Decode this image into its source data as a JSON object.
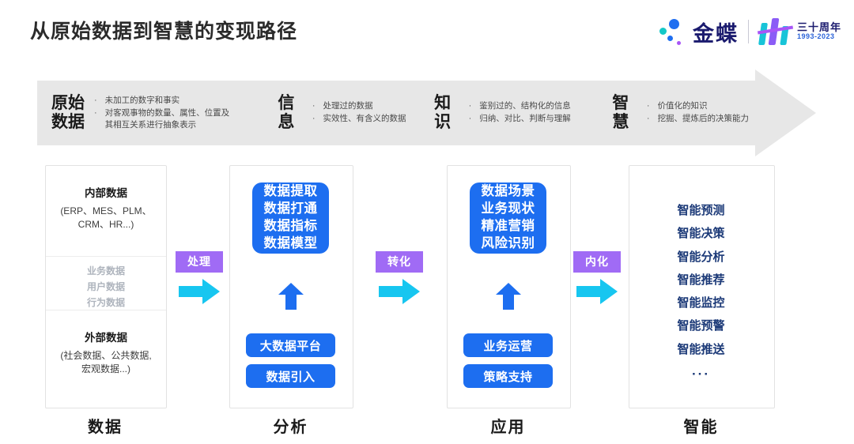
{
  "header": {
    "title": "从原始数据到智慧的变现路径",
    "brand_name": "金蝶",
    "anniversary_top": "三十周年",
    "anniversary_years": "1993-2023"
  },
  "banner": {
    "stages": [
      {
        "head": "原始\n数据",
        "bullets": [
          "未加工的数字和事实",
          "对客观事物的数量、属性、位置及其相互关系进行抽象表示"
        ]
      },
      {
        "head": "信\n息",
        "bullets": [
          "处理过的数据",
          "实效性、有含义的数据"
        ]
      },
      {
        "head": "知\n识",
        "bullets": [
          "鉴别过的、结构化的信息",
          "归纳、对比、判断与理解"
        ]
      },
      {
        "head": "智\n慧",
        "bullets": [
          "价值化的知识",
          "挖掘、提炼后的决策能力"
        ]
      }
    ],
    "bullet_glyph": "·"
  },
  "columns": {
    "data": {
      "internal_title": "内部数据",
      "internal_sub": "(ERP、MES、PLM、\nCRM、HR...)",
      "middle_items": "业务数据\n用户数据\n行为数据",
      "external_title": "外部数据",
      "external_sub": "(社会数据、公共数据,\n宏观数据...)",
      "footer": "数据"
    },
    "analysis": {
      "main_box": "数据提取\n数据打通\n数据指标\n数据模型",
      "pill_1": "大数据平台",
      "pill_2": "数据引入",
      "footer": "分析"
    },
    "application": {
      "main_box": "数据场景\n业务现状\n精准营销\n风险识别",
      "pill_1": "业务运营",
      "pill_2": "策略支持",
      "footer": "应用"
    },
    "intelligence": {
      "items": [
        "智能预测",
        "智能决策",
        "智能分析",
        "智能推荐",
        "智能监控",
        "智能预警",
        "智能推送"
      ],
      "ellipsis": "···",
      "footer": "智能"
    }
  },
  "connectors": [
    {
      "label": "处理"
    },
    {
      "label": "转化"
    },
    {
      "label": "内化"
    }
  ],
  "colors": {
    "brand_blue": "#1d6ef0",
    "banner_gray": "#e7e7e7",
    "connector_purple": "#a06bf5",
    "arrow_cyan": "#17c6f0",
    "intelligence_navy": "#1c3a78"
  }
}
